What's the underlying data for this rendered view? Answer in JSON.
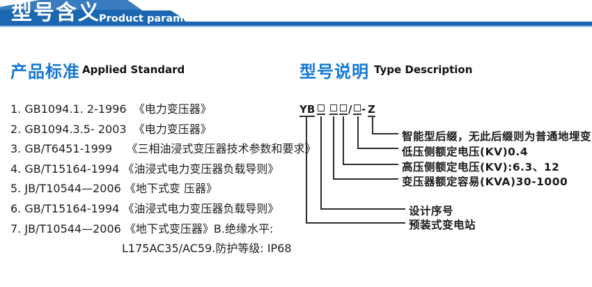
{
  "colors": {
    "banner_blue": "#1b67b2",
    "banner_blue_light": "#3a7cc0",
    "banner_underline": "#a6c8e8",
    "heading_blue": "#1377d4",
    "text_dark": "#1d1d1d",
    "diagram_line": "#2b2b2b"
  },
  "banner": {
    "title": "型号含义",
    "subtitle": "Product parameters"
  },
  "applied_standard": {
    "heading_cn": "产品标准",
    "heading_en": "Applied Standard",
    "items": [
      "1. GB1094.1. 2-1996  《电力变压器》",
      "2. GB1094.3.5- 2003  《电力变压器》",
      "3. GB/T6451-1999    《三相油浸式变压器技术参数和要求》",
      "4. GB/T15164-1994 《油浸式电力变压器负载导则》",
      "5. JB/T10544—2006 《地下式变 压器》",
      "6. GB/T15164-1994 《油浸式电力变压器负载导则》",
      "7. JB/T10544—2006 《地下式变压器》B.绝缘水平:",
      "L175AC35/AC59.防护等级: IP68"
    ]
  },
  "type_description": {
    "heading_cn": "型号说明",
    "heading_en": "Type Description",
    "model_code": {
      "prefix": "YB",
      "slash": "/",
      "dash": "-",
      "suffix": "Z"
    },
    "labels": [
      "智能型后缀，无此后缀则为普通地埋变",
      "低压侧额定电压(KV)0.4",
      "高压侧额定电压(KV):6.3、12",
      "变压器额定容易(KVA)30-1000",
      "设计序号",
      "预装式变电站"
    ]
  }
}
